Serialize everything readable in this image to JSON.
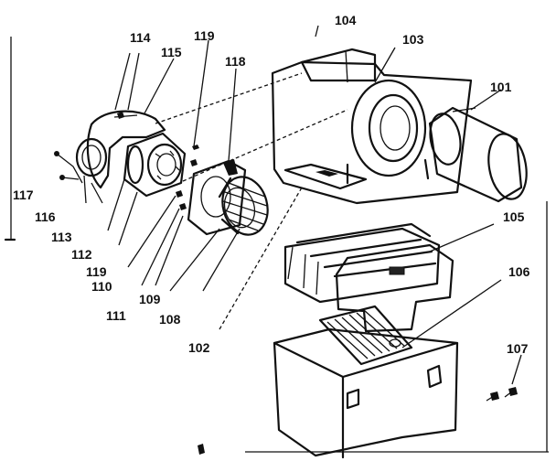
{
  "labels": {
    "l101": "101",
    "l102": "102",
    "l103": "103",
    "l104": "104",
    "l105": "105",
    "l106": "106",
    "l107": "107",
    "l108": "108",
    "l109": "109",
    "l110": "110",
    "l111": "111",
    "l112": "112",
    "l113": "113",
    "l114": "114",
    "l115": "115",
    "l116": "116",
    "l117": "117",
    "l118": "118",
    "l119a": "119",
    "l119b": "119"
  },
  "colors": {
    "ink": "#111111",
    "paper": "#ffffff"
  }
}
